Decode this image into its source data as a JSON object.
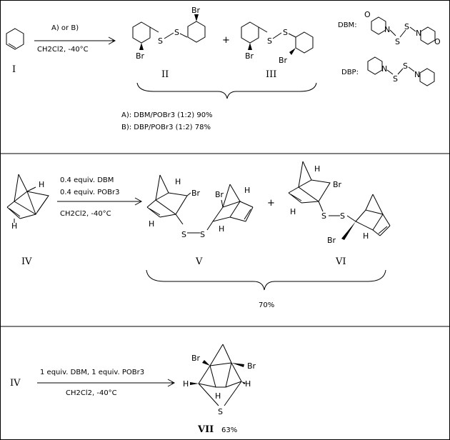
{
  "frame_border_color": "#000000",
  "scheme1": {
    "arrow_conditions_top": "A) or B)",
    "arrow_conditions_bottom": "CH2Cl2,   -40°C",
    "label_I": "I",
    "label_II": "II",
    "label_III": "III",
    "plus": "+",
    "reagent_DBM_label": "DBM:",
    "reagent_DBP_label": "DBP:",
    "condition_A": "A):  DBM/POBr3  (1:2)    90%",
    "condition_B": "B):  DBP/POBr3  (1:2)    78%"
  },
  "scheme2": {
    "reagent_line1": "0.4 equiv. DBM",
    "reagent_line2": "0.4 equiv. POBr3",
    "solvent_line": "CH2Cl2,    -40°C",
    "label_IV": "IV",
    "label_V": "V",
    "label_VI": "VI",
    "plus": "+",
    "yield": "70%"
  },
  "scheme3": {
    "start_label": "IV",
    "reagent_line": "1 equiv. DBM, 1 equiv. POBr3",
    "solvent_line": "CH2Cl2,    -40°C",
    "product_label": "VII",
    "yield": "63%"
  },
  "atoms": {
    "Br": "Br",
    "S": "S",
    "H": "H",
    "N": "N",
    "O": "O"
  }
}
